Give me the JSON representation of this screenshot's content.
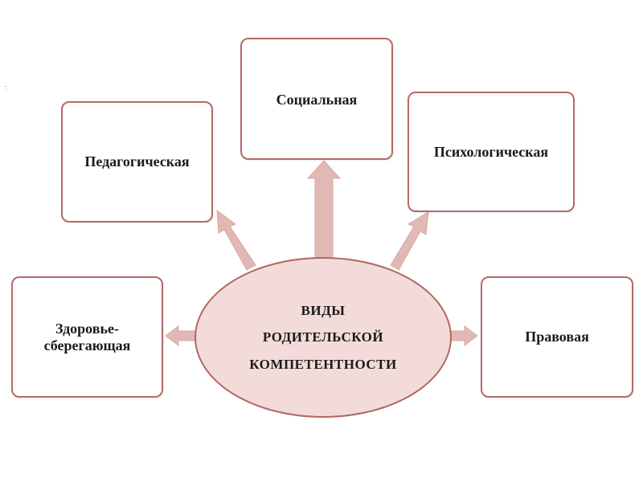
{
  "diagram": {
    "center": {
      "lines": [
        "ВИДЫ",
        "РОДИТЕЛЬСКОЙ",
        "КОМПЕТЕНТНОСТИ"
      ],
      "fill": "#f3dbda",
      "border": "#b06660"
    },
    "nodes": {
      "social": "Социальная",
      "pedagogical": "Педагогическая",
      "psychological": "Психологическая",
      "health": [
        "Здоровье-",
        "сберегающая"
      ],
      "legal": "Правовая"
    },
    "stray_mark": ":",
    "colors": {
      "node_border": "#b56a66",
      "arrow_fill": "#e2b8b5",
      "arrow_stroke": "#d8a8a4"
    }
  }
}
